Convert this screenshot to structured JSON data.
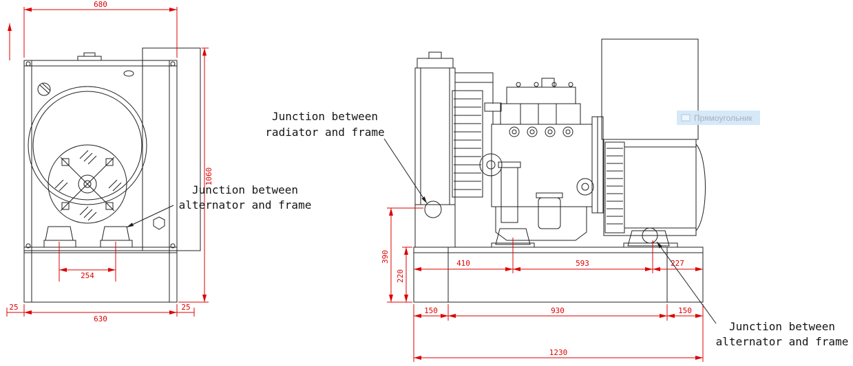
{
  "front_view": {
    "dims": {
      "overall_width": "680",
      "overall_height": "1060",
      "foot_spacing": "254",
      "base_margin_left": "25",
      "base_width": "630",
      "base_margin_right": "25"
    }
  },
  "side_view": {
    "dims": {
      "mount_height": "390",
      "frame_height": "220",
      "radiator_to_engine_mount": "410",
      "engine_to_alternator_mount": "593",
      "alternator_mount_to_end": "227",
      "skid_end_left": "150",
      "skid_middle": "930",
      "skid_end_right": "150",
      "overall_length": "1230"
    }
  },
  "annotations": {
    "radiator_frame": {
      "line1": "Junction between",
      "line2": "radiator and frame"
    },
    "alternator_frame_front": {
      "line1": "Junction between",
      "line2": "alternator and frame"
    },
    "alternator_frame_side": {
      "line1": "Junction between",
      "line2": "alternator and frame"
    }
  },
  "tooltip": {
    "label": "Прямоугольник"
  },
  "colors": {
    "dimension_red": "#dd0000",
    "line_black": "#1f1f1f",
    "tooltip_bg": "#d3e7f8",
    "tooltip_text": "#a9b0ba"
  }
}
